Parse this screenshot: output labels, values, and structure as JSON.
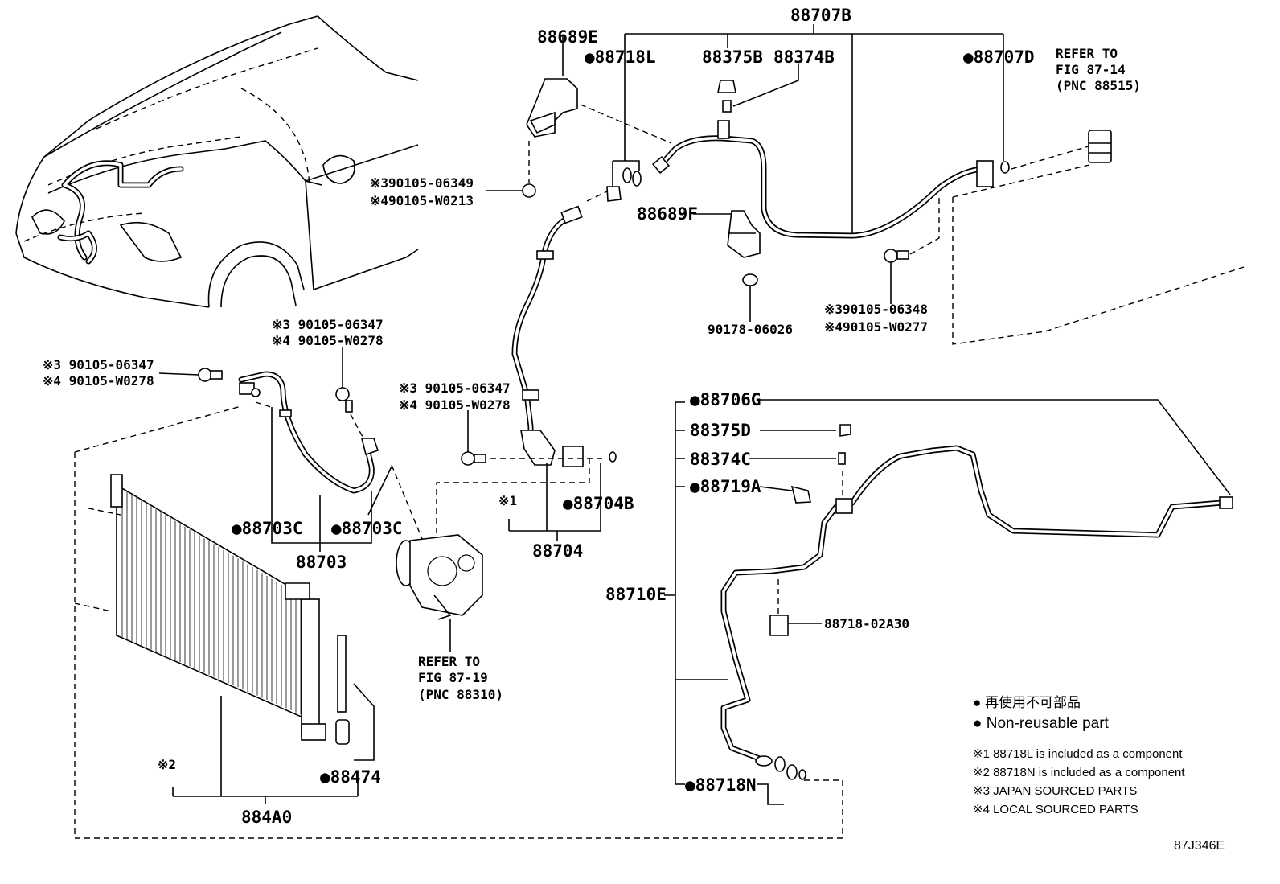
{
  "callouts": {
    "p88707B": "88707B",
    "p88689E": "88689E",
    "p88718L": "●88718L",
    "p88375B": "88375B",
    "p88374B": "88374B",
    "p88707D": "●88707D",
    "refer8714": [
      "REFER TO",
      "FIG 87-14",
      "(PNC 88515)"
    ],
    "bolt_top_left": [
      "※390105-06349",
      "※490105-W0213"
    ],
    "p88689F": "88689F",
    "p90178": "90178-06026",
    "bolt_top_right": [
      "※390105-06348",
      "※490105-W0277"
    ],
    "bolt_mid_a": [
      "※3 90105-06347",
      "※4 90105-W0278"
    ],
    "bolt_left_a": [
      "※3 90105-06347",
      "※4 90105-W0278"
    ],
    "bolt_mid_b": [
      "※3 90105-06347",
      "※4 90105-W0278"
    ],
    "p88706G": "●88706G",
    "p88375D": "88375D",
    "p88374C": "88374C",
    "p88719A": "●88719A",
    "p88704B": "●88704B",
    "note1": "※1",
    "p88704": "88704",
    "p88703C_a": "●88703C",
    "p88703C_b": "●88703C",
    "p88703": "88703",
    "p88710E": "88710E",
    "p88718_02A30": "88718-02A30",
    "refer8719": [
      "REFER TO",
      "FIG 87-19",
      "(PNC 88310)"
    ],
    "note2": "※2",
    "p88474": "●88474",
    "p884A0": "884A0",
    "p88718N": "●88718N",
    "figure_id": "87J346E"
  },
  "legend": {
    "jp": "● 再使用不可部品",
    "en": "● Non-reusable part",
    "notes": [
      "※1 88718L is included as a component",
      "※2 88718N is included as a component",
      "※3 JAPAN SOURCED PARTS",
      "※4 LOCAL SOURCED PARTS"
    ]
  }
}
